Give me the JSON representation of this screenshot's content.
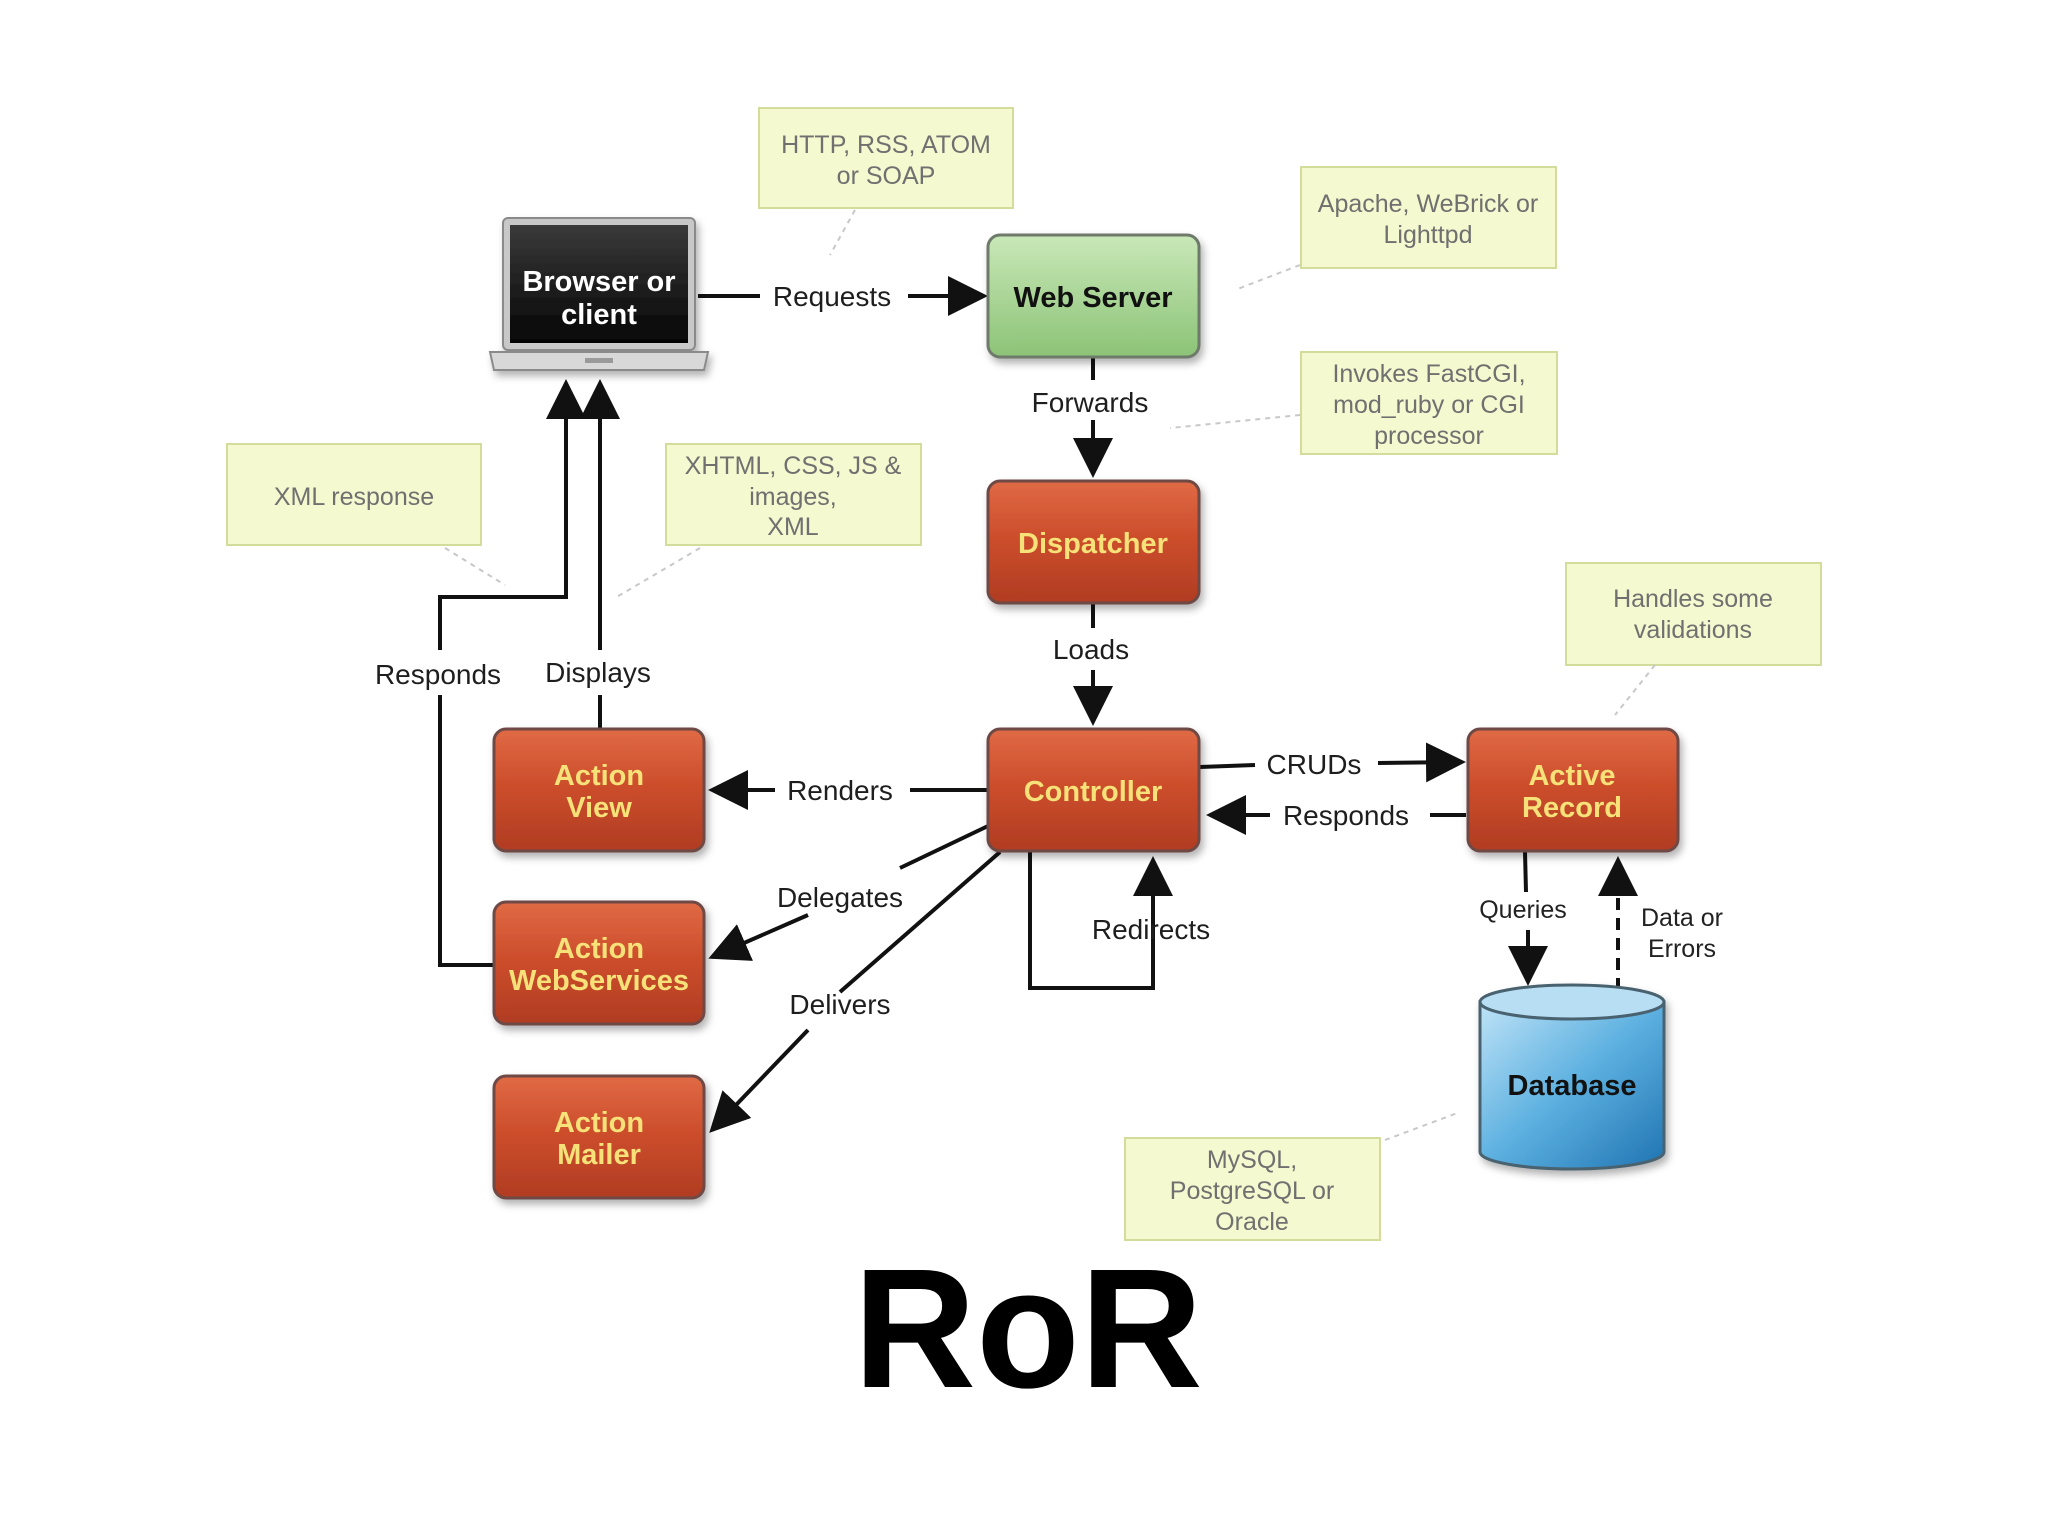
{
  "title": "RoR",
  "nodes": {
    "browser": {
      "line1": "Browser or",
      "line2": "client"
    },
    "web_server": {
      "label": "Web Server"
    },
    "dispatcher": {
      "label": "Dispatcher"
    },
    "controller": {
      "label": "Controller"
    },
    "action_view": {
      "line1": "Action",
      "line2": "View"
    },
    "action_webservices": {
      "line1": "Action",
      "line2": "WebServices"
    },
    "action_mailer": {
      "line1": "Action",
      "line2": "Mailer"
    },
    "active_record": {
      "line1": "Active",
      "line2": "Record"
    },
    "database": {
      "label": "Database"
    }
  },
  "edges": {
    "requests": "Requests",
    "forwards": "Forwards",
    "loads": "Loads",
    "renders": "Renders",
    "delegates": "Delegates",
    "delivers": "Delivers",
    "redirects": "Redirects",
    "cruds": "CRUDs",
    "responds_ar": "Responds",
    "queries": "Queries",
    "data_or_errors_1": "Data or",
    "data_or_errors_2": "Errors",
    "responds_left": "Responds",
    "displays": "Displays"
  },
  "notes": {
    "http": [
      "HTTP, RSS, ATOM",
      "or SOAP"
    ],
    "apache": [
      "Apache, WeBrick or",
      "Lighttpd"
    ],
    "fastcgi": [
      "Invokes FastCGI,",
      "mod_ruby or CGI",
      "processor"
    ],
    "xml_response": [
      "XML response"
    ],
    "xhtml": [
      "XHTML, CSS, JS &",
      "images,",
      "XML"
    ],
    "validations": [
      "Handles some",
      "validations"
    ],
    "databases": [
      "MySQL,",
      "PostgreSQL or",
      "Oracle"
    ]
  },
  "colors": {
    "red_box": "#c5482a",
    "red_box_border": "#6e4a44",
    "green_box": "#9fcf8c",
    "note_fill": "#f4f9cf",
    "note_border": "#d3dc9a",
    "database": "#3d95cc",
    "box_text": "#f7e27a"
  }
}
